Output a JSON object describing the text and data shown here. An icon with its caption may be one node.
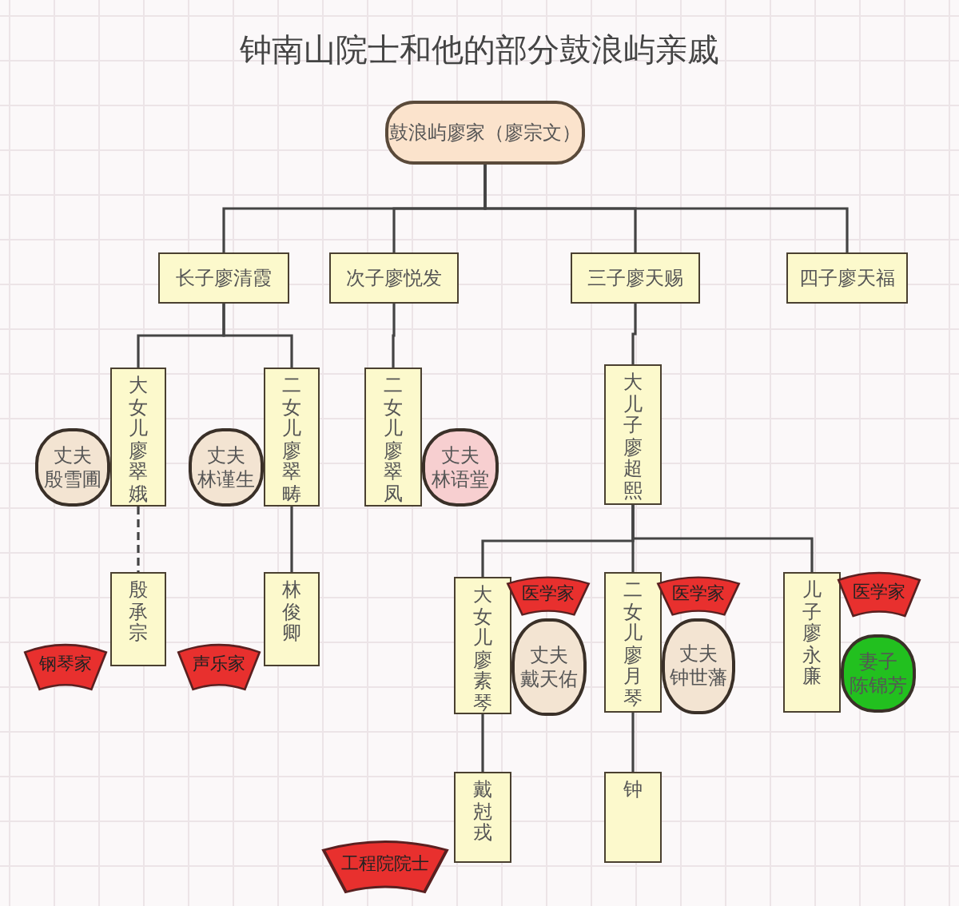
{
  "diagram": {
    "title": "钟南山院士和他的部分鼓浪屿亲戚",
    "nodes": [
      {
        "text": [
          "鼓浪屿廖家（廖宗文）"
        ]
      },
      {
        "text": [
          "长子廖清霞"
        ]
      },
      {
        "text": [
          "次子廖悦发"
        ]
      },
      {
        "text": [
          "三子廖天赐"
        ]
      },
      {
        "text": [
          "四子廖天福"
        ]
      },
      {
        "text": [
          "大女儿廖翠娥"
        ]
      },
      {
        "text": [
          "丈夫",
          "殷雪圃"
        ]
      },
      {
        "text": [
          "二女儿廖翠畴"
        ]
      },
      {
        "text": [
          "丈夫",
          "林谨生"
        ]
      },
      {
        "text": [
          "二女儿廖翠凤"
        ]
      },
      {
        "text": [
          "丈夫",
          "林语堂"
        ]
      },
      {
        "text": [
          "大儿子廖超熙"
        ]
      },
      {
        "text": [
          "大女儿廖素琴"
        ]
      },
      {
        "text": [
          "医学家"
        ]
      },
      {
        "text": [
          "丈夫",
          "戴天佑"
        ]
      },
      {
        "text": [
          "二女儿廖月琴"
        ]
      },
      {
        "text": [
          "医学家"
        ]
      },
      {
        "text": [
          "丈夫",
          "钟世藩"
        ]
      },
      {
        "text": [
          "儿子廖永廉"
        ]
      },
      {
        "text": [
          "医学家"
        ]
      },
      {
        "text": [
          "妻子",
          "陈锦芳"
        ]
      },
      {
        "text": [
          "殷承宗"
        ]
      },
      {
        "text": [
          "林俊卿"
        ]
      },
      {
        "text": [
          "钢琴家"
        ]
      },
      {
        "text": [
          "声乐家"
        ]
      },
      {
        "text": [
          "戴尅戎"
        ]
      },
      {
        "text": [
          "钟"
        ]
      },
      {
        "text": [
          "工程院院士"
        ]
      }
    ],
    "edges": [
      {
        "from": 0,
        "to": 1,
        "arrow": "none"
      },
      {
        "from": 0,
        "to": 2,
        "arrow": "none"
      },
      {
        "from": 0,
        "to": 3,
        "arrow": "none"
      },
      {
        "from": 0,
        "to": 4,
        "arrow": "none"
      },
      {
        "from": 1,
        "to": 5,
        "arrow": "none"
      },
      {
        "from": 1,
        "to": 7,
        "arrow": "none"
      },
      {
        "from": 2,
        "to": 9,
        "arrow": "none"
      },
      {
        "from": 3,
        "to": 11,
        "arrow": "none"
      },
      {
        "from": 11,
        "to": 12,
        "arrow": "none"
      },
      {
        "from": 11,
        "to": 15,
        "arrow": "none"
      },
      {
        "from": 11,
        "to": 18,
        "arrow": "none"
      },
      {
        "from": 5,
        "to": 21,
        "arrow": "none",
        "style": "dashed"
      },
      {
        "from": 7,
        "to": 22,
        "arrow": "none"
      },
      {
        "from": 12,
        "to": 25,
        "arrow": "none"
      },
      {
        "from": 15,
        "to": 26,
        "arrow": "none"
      }
    ]
  }
}
